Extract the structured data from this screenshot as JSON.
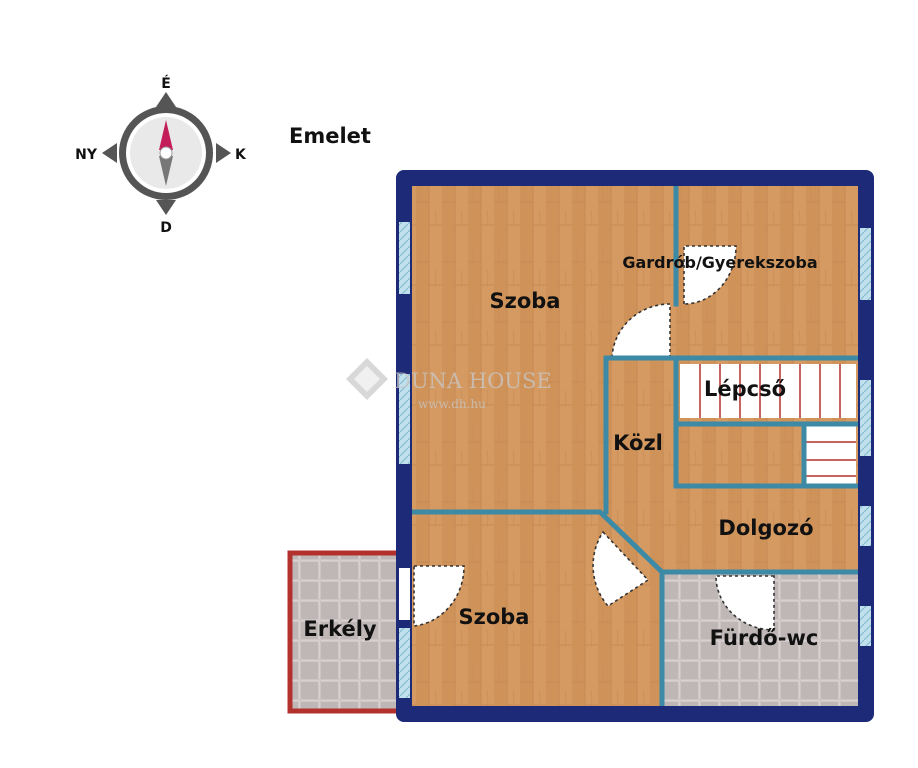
{
  "floor_title": "Emelet",
  "compass": {
    "north": "É",
    "east": "K",
    "south": "D",
    "west": "NY"
  },
  "rooms": {
    "szoba_top": "Szoba",
    "gardrob": "Gardrób/Gyerekszoba",
    "lepcso": "Lépcső",
    "kozl": "Közl",
    "dolgozo": "Dolgozó",
    "szoba_bottom": "Szoba",
    "erkely": "Erkély",
    "furdo": "Fürdő-wc"
  },
  "watermark": {
    "brand": "DUNA HOUSE",
    "url": "www.dh.hu"
  },
  "colors": {
    "outer_wall": "#1c2a78",
    "inner_wall": "#3c8aa6",
    "wood": "#d49a62",
    "tile": "#c8c0c0",
    "balcony_border": "#b3312c",
    "compass_gray": "#555555",
    "compass_needle": "#c41e5a"
  }
}
